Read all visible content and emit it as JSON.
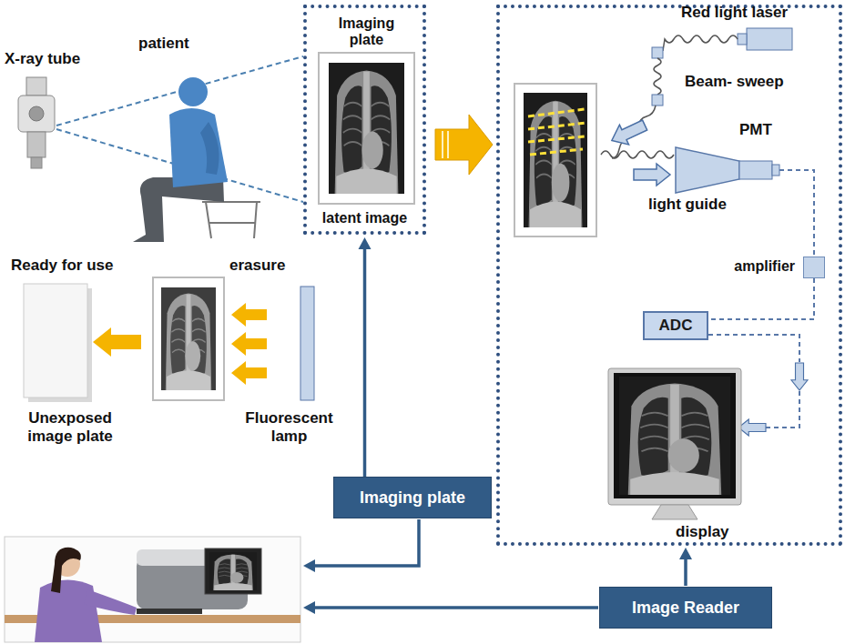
{
  "diagram": {
    "nodes": [
      {
        "text": [
          "Imaging plate",
          "latent image"
        ]
      },
      {
        "text": [
          "amplifier"
        ]
      },
      {
        "text": [
          "ADC"
        ]
      },
      {
        "text": [
          "Imaging plate"
        ]
      },
      {
        "text": [
          "Image Reader"
        ]
      }
    ],
    "edges": [
      {
        "from": 3,
        "to": 0,
        "arrow": "to"
      },
      {
        "from": 1,
        "to": 2,
        "arrow": "none"
      }
    ],
    "labels": [
      "X-ray tube",
      "patient",
      "Red light laser",
      "Beam- sweep",
      "PMT",
      "light guide",
      "display",
      "Ready for use",
      "erasure",
      "Unexposed image plate",
      "Fluorescent lamp"
    ]
  }
}
